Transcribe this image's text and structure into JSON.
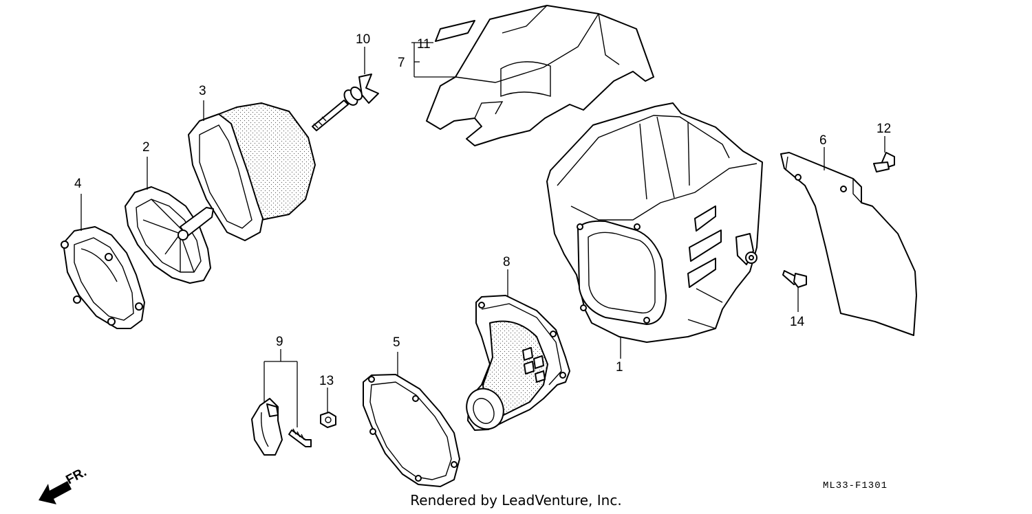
{
  "diagram": {
    "callouts": [
      {
        "id": "1",
        "label": "1"
      },
      {
        "id": "2",
        "label": "2"
      },
      {
        "id": "3",
        "label": "3"
      },
      {
        "id": "4",
        "label": "4"
      },
      {
        "id": "5",
        "label": "5"
      },
      {
        "id": "6",
        "label": "6"
      },
      {
        "id": "7",
        "label": "7"
      },
      {
        "id": "8",
        "label": "8"
      },
      {
        "id": "9",
        "label": "9"
      },
      {
        "id": "10",
        "label": "10"
      },
      {
        "id": "11",
        "label": "11"
      },
      {
        "id": "12",
        "label": "12"
      },
      {
        "id": "13",
        "label": "13"
      },
      {
        "id": "14",
        "label": "14"
      }
    ],
    "direction_label": "FR.",
    "diagram_code": "ML33-F1301",
    "credit": "Rendered by LeadVenture, Inc."
  }
}
